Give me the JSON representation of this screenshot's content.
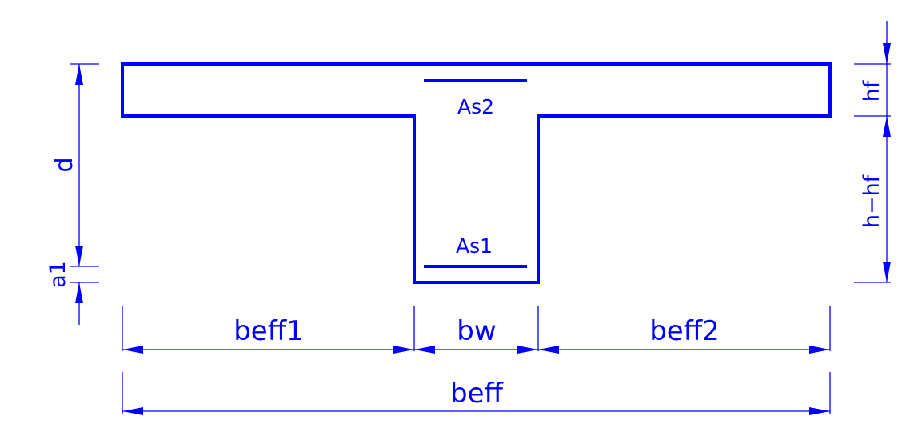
{
  "colors": {
    "section": "#0000ff",
    "dimension": "#0000ff",
    "text": "#0000ff",
    "background": "#ffffff"
  },
  "labels": {
    "as2": "As2",
    "as1": "As1",
    "d": "d",
    "a1": "a1",
    "hf": "hf",
    "h_minus_hf": "h−hf",
    "beff1": "beff1",
    "bw": "bw",
    "beff2": "beff2",
    "beff": "beff"
  }
}
